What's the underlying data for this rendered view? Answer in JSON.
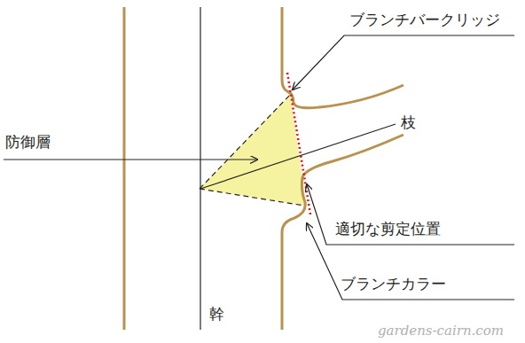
{
  "diagram": {
    "labels": [
      "ブランチバークリッジ",
      "枝",
      "防御層",
      "適切な剪定位置",
      "ブランチカラー",
      "幹",
      "gardens-cairn.com"
    ]
  }
}
